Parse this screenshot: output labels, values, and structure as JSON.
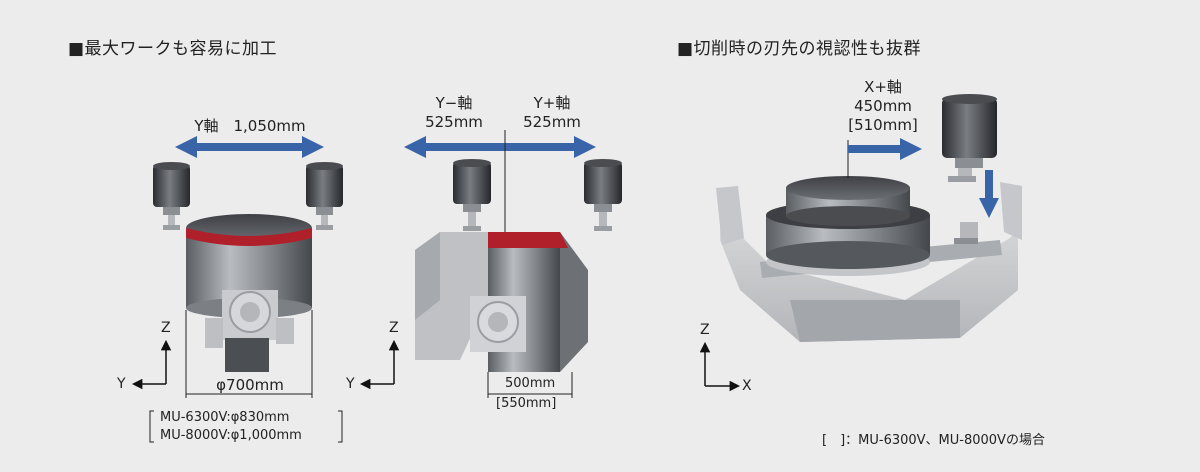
{
  "headings": {
    "left": "■最大ワークも容易に加工",
    "right": "■切削時の刃先の視認性も抜群"
  },
  "fig1": {
    "y_travel": "Y軸　1,050mm",
    "table_dia": "φ700mm",
    "note_line1": "MU-6300V:φ830mm",
    "note_line2": "MU-8000V:φ1,000mm",
    "axis_z": "Z",
    "axis_y": "Y"
  },
  "fig2": {
    "y_minus_label": "Y−軸",
    "y_minus_value": "525mm",
    "y_plus_label": "Y+軸",
    "y_plus_value": "525mm",
    "width": "500mm",
    "width_alt": "[550mm]",
    "axis_z": "Z",
    "axis_y": "Y"
  },
  "fig3": {
    "x_label": "X+軸",
    "x_value": "450mm",
    "x_value_alt": "[510mm]",
    "axis_z": "Z",
    "axis_x": "X"
  },
  "footnote": "[　]：MU-6300V、MU-8000Vの場合",
  "colors": {
    "arrow_blue": "#3a64a8",
    "red_band": "#b0202a",
    "background": "#ececed"
  }
}
